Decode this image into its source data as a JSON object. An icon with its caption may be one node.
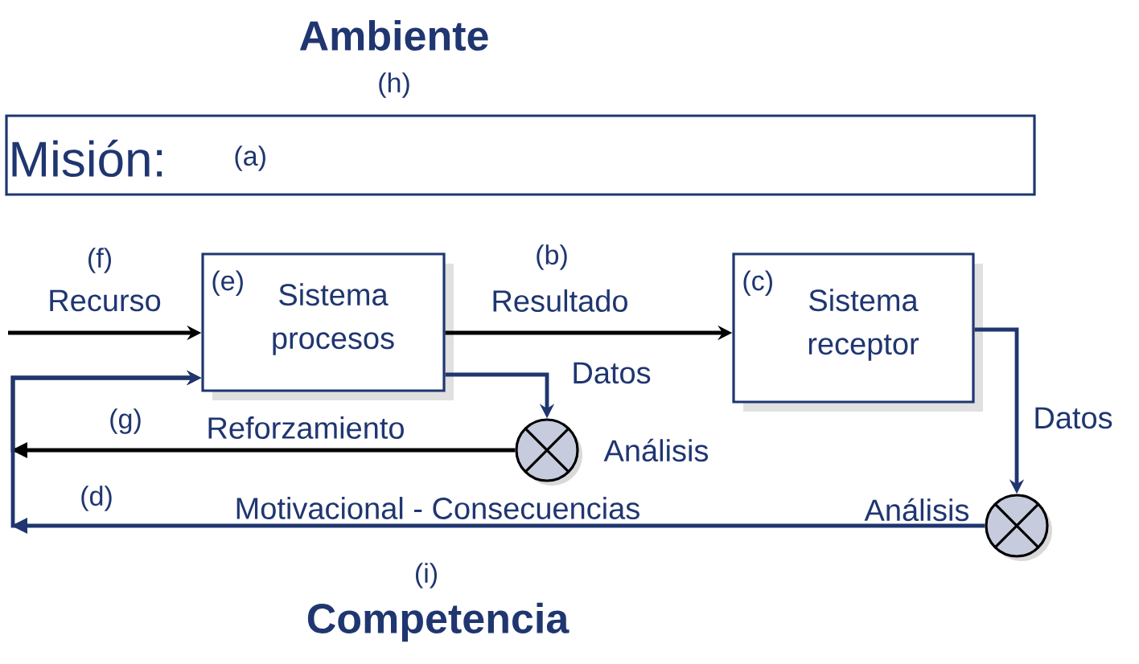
{
  "diagram": {
    "nodes": [
      {
        "text": [
          "Misión:",
          "(a)"
        ]
      },
      {
        "text": [
          "(e)",
          "Sistema procesos"
        ]
      },
      {
        "text": [
          "(c)",
          "Sistema receptor"
        ]
      },
      {
        "text": [],
        "shape": "circle",
        "beside": [
          "Análisis"
        ]
      },
      {
        "text": [],
        "shape": "circle",
        "beside": [
          "Análisis"
        ]
      }
    ],
    "edges": [
      {
        "from": null,
        "to": 1,
        "arrow": "to",
        "label": "Recurso"
      },
      {
        "from": 1,
        "to": 2,
        "arrow": "to",
        "label": "Resultado"
      },
      {
        "from": 1,
        "to": 3,
        "arrow": "to",
        "label": "Datos",
        "color": "#1f3670"
      },
      {
        "from": 2,
        "to": 4,
        "arrow": "to",
        "label": "Datos",
        "color": "#1f3670"
      },
      {
        "from": 3,
        "to": 1,
        "arrow": "to",
        "label": "Reforzamiento"
      },
      {
        "from": 4,
        "to": 1,
        "arrow": "to",
        "label": "Motivacional - Consecuencias",
        "color": "#1f3670"
      }
    ],
    "labels": [
      "Ambiente",
      "(h)",
      "(f)",
      "(b)",
      "(g)",
      "(d)",
      "(i)",
      "Competencia"
    ]
  }
}
